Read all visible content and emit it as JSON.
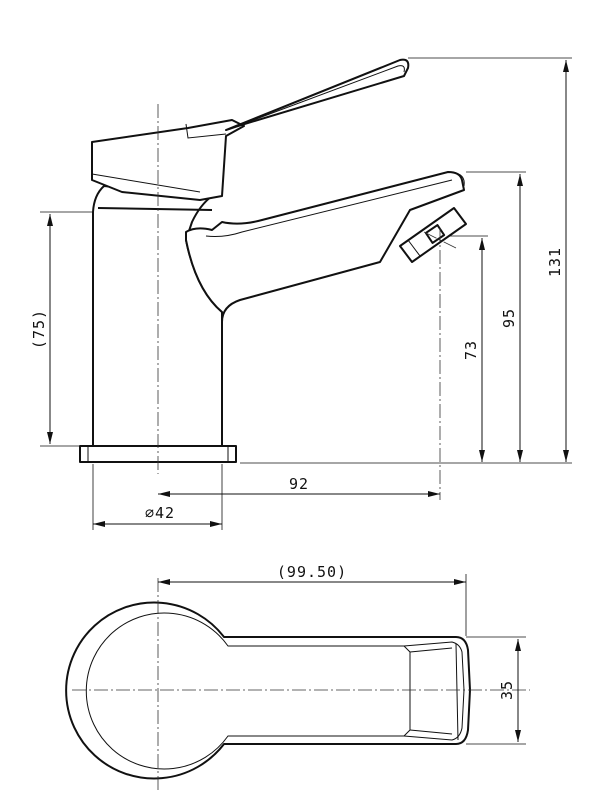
{
  "side_view": {
    "dim_height_overall": "131",
    "dim_height_spout_top": "95",
    "dim_height_spout_outlet": "73",
    "dim_height_body": "(75)",
    "dim_projection": "92",
    "dim_base_diameter": "∅42"
  },
  "top_view": {
    "dim_length": "(99.50)",
    "dim_width": "35"
  }
}
